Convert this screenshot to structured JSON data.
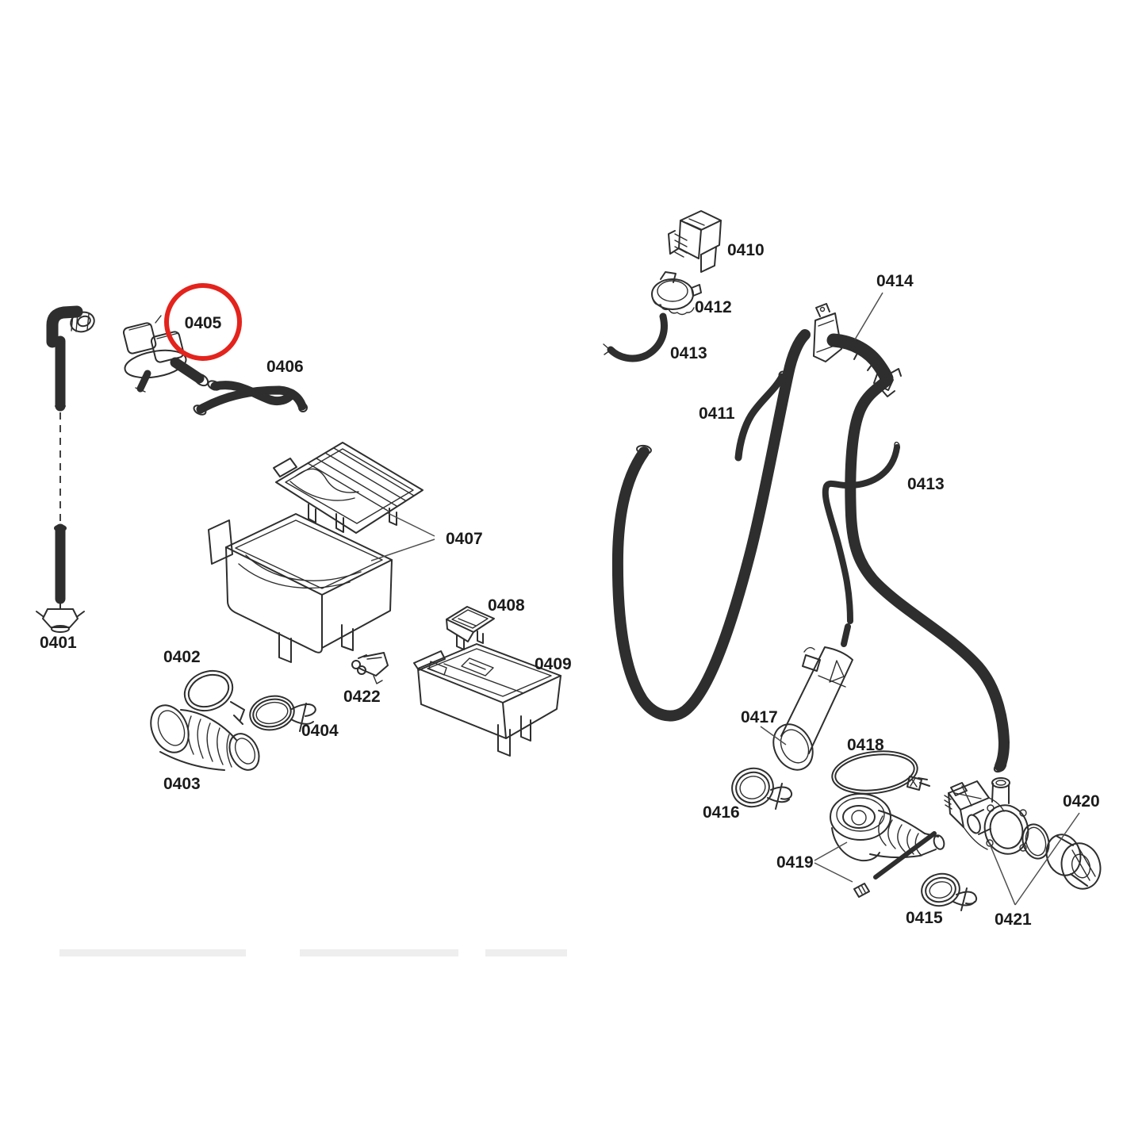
{
  "colors": {
    "line": "#2e2e2e",
    "highlight": "#e3231c"
  },
  "highlighted_ref": "0405",
  "labels": [
    {
      "ref": "0401",
      "text": "0401"
    },
    {
      "ref": "0402",
      "text": "0402"
    },
    {
      "ref": "0403",
      "text": "0403"
    },
    {
      "ref": "0404",
      "text": "0404"
    },
    {
      "ref": "0405",
      "text": "0405"
    },
    {
      "ref": "0406",
      "text": "0406"
    },
    {
      "ref": "0407",
      "text": "0407"
    },
    {
      "ref": "0408",
      "text": "0408"
    },
    {
      "ref": "0409",
      "text": "0409"
    },
    {
      "ref": "0410",
      "text": "0410"
    },
    {
      "ref": "0411",
      "text": "0411"
    },
    {
      "ref": "0412",
      "text": "0412"
    },
    {
      "ref": "0413a",
      "text": "0413"
    },
    {
      "ref": "0413b",
      "text": "0413"
    },
    {
      "ref": "0414",
      "text": "0414"
    },
    {
      "ref": "0415",
      "text": "0415"
    },
    {
      "ref": "0416",
      "text": "0416"
    },
    {
      "ref": "0417",
      "text": "0417"
    },
    {
      "ref": "0418",
      "text": "0418"
    },
    {
      "ref": "0419",
      "text": "0419"
    },
    {
      "ref": "0420",
      "text": "0420"
    },
    {
      "ref": "0421",
      "text": "0421"
    },
    {
      "ref": "0422",
      "text": "0422"
    }
  ]
}
